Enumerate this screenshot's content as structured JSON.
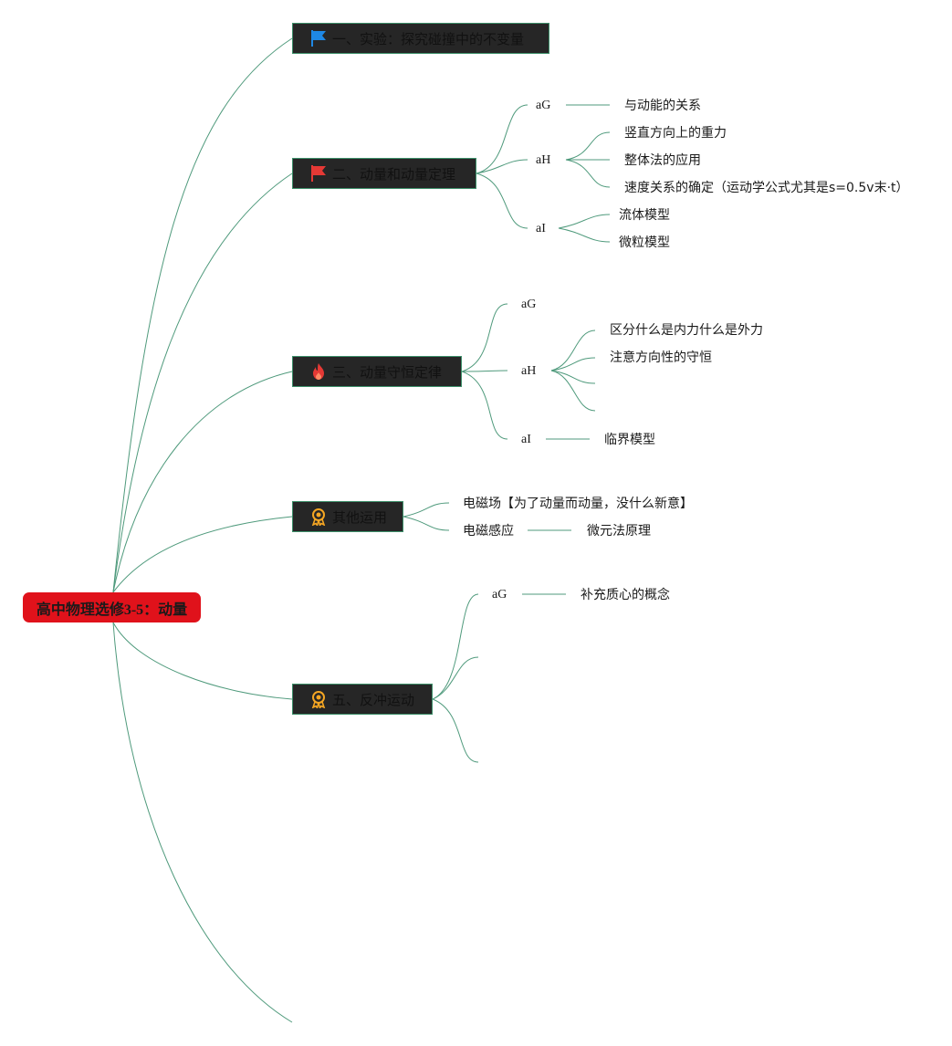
{
  "root": {
    "label": "高中物理选修3-5：动量"
  },
  "topics": [
    {
      "label": "一、实验：探究碰撞中的不变量",
      "icon": "blue-flag-icon"
    },
    {
      "label": "二、动量和动量定理",
      "icon": "red-flag-icon"
    },
    {
      "label": "三、动量守恒定律",
      "icon": "fire-icon"
    },
    {
      "label": "其他运用",
      "icon": "award-medal-icon"
    },
    {
      "label": "五、反冲运动",
      "icon": "award-medal-icon"
    }
  ],
  "branch2": {
    "g": {
      "label": "aG",
      "child": "与动能的关系"
    },
    "h": {
      "label": "aH",
      "children": [
        "竖直方向上的重力",
        "整体法的应用",
        "速度关系的确定（运动学公式尤其是s=0.5v末·t）"
      ]
    },
    "i": {
      "label": "aI",
      "children": [
        "流体模型",
        "微粒模型"
      ]
    }
  },
  "branch3": {
    "g": {
      "label": "aG"
    },
    "h": {
      "label": "aH",
      "children": [
        "区分什么是内力什么是外力",
        "注意方向性的守恒"
      ]
    },
    "i": {
      "label": "aI",
      "child": "临界模型"
    }
  },
  "branch4": {
    "items": [
      "电磁场【为了动量而动量，没什么新意】",
      "电磁感应"
    ],
    "sub": "微元法原理"
  },
  "branch5": {
    "g": {
      "label": "aG",
      "child": "补充质心的概念"
    }
  },
  "colors": {
    "root": "#e0121b",
    "topic_bg": "#262626",
    "edge": "#4f9a7c",
    "flag_blue": "#1e88e5",
    "flag_red": "#e53935",
    "fire": "#e53935",
    "medal": "#f5a623"
  }
}
